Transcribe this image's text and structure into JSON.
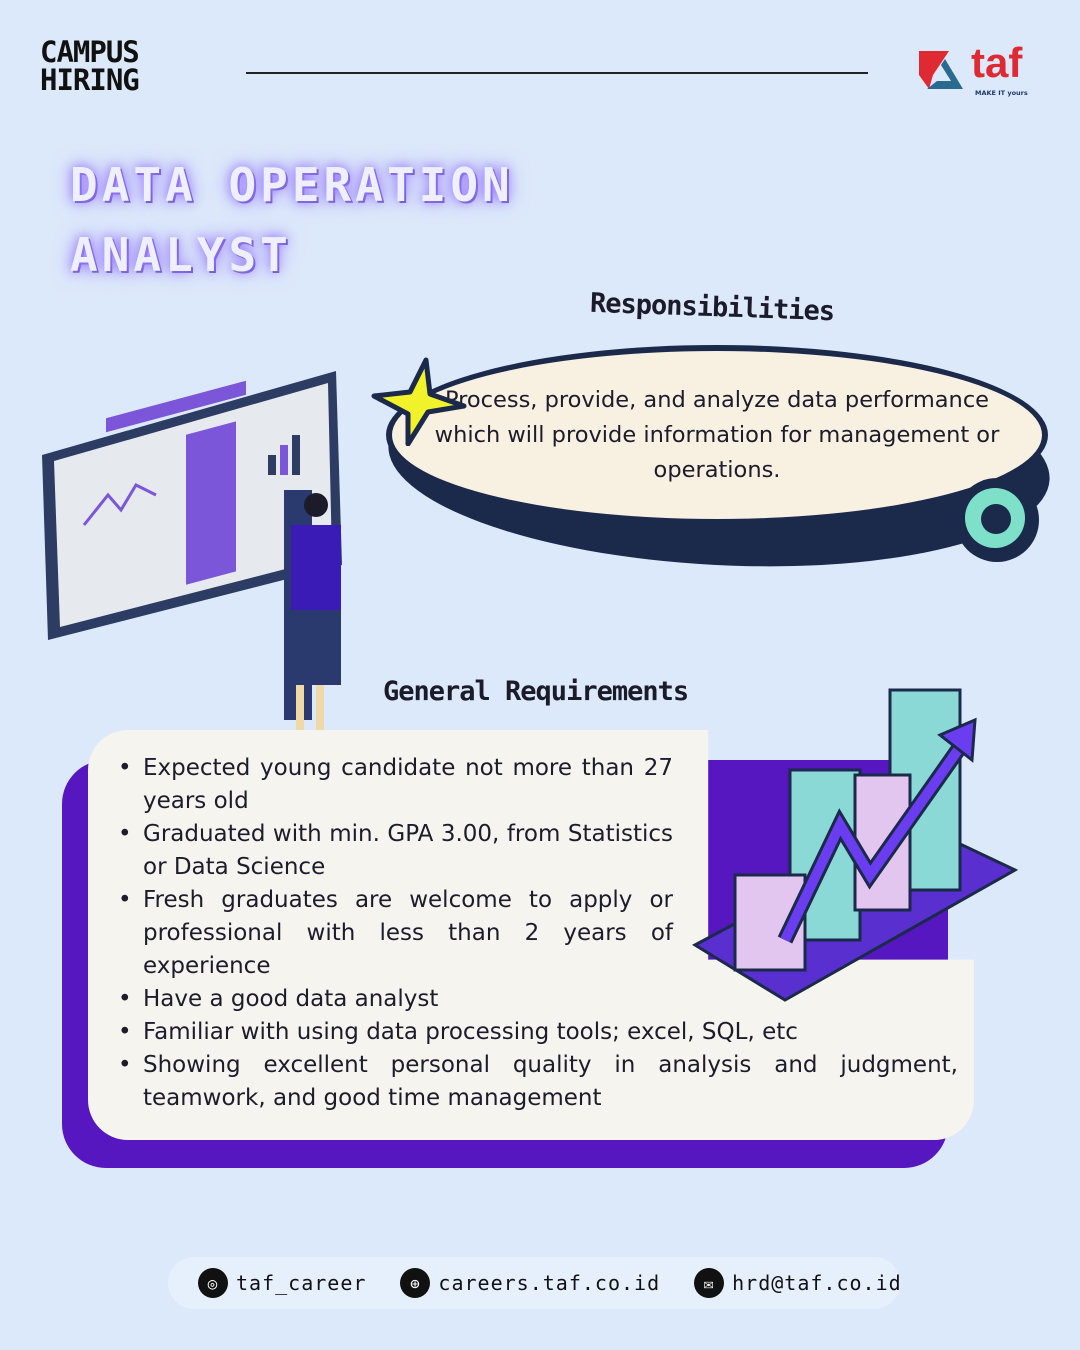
{
  "header": {
    "campus_line1": "CAMPUS",
    "campus_line2": "HIRING",
    "logo_text": "taf",
    "logo_tagline": "MAKE IT yours"
  },
  "job_title": {
    "line1": "DATA OPERATION",
    "line2": "ANALYST"
  },
  "responsibilities": {
    "heading": "Responsibilities",
    "text": "Process, provide, and analyze data performance which will provide information for management or operations."
  },
  "requirements": {
    "heading": "General Requirements",
    "items": [
      "Expected young candidate not more than 27 years old",
      "Graduated with min. GPA 3.00, from Statistics or Data Science",
      "Fresh graduates are welcome to apply or professional with less than 2 years of experience",
      "Have a good data analyst",
      "Familiar with using data processing tools; excel, SQL, etc",
      "Showing excellent personal quality in analysis and judgment, teamwork, and good time management"
    ]
  },
  "contact": {
    "instagram": "taf_career",
    "website": "careers.taf.co.id",
    "email": "hrd@taf.co.id"
  },
  "colors": {
    "background": "#dce9fa",
    "purple": "#5617c1",
    "navy": "#1b2a4b",
    "brand_red": "#e02a33"
  }
}
